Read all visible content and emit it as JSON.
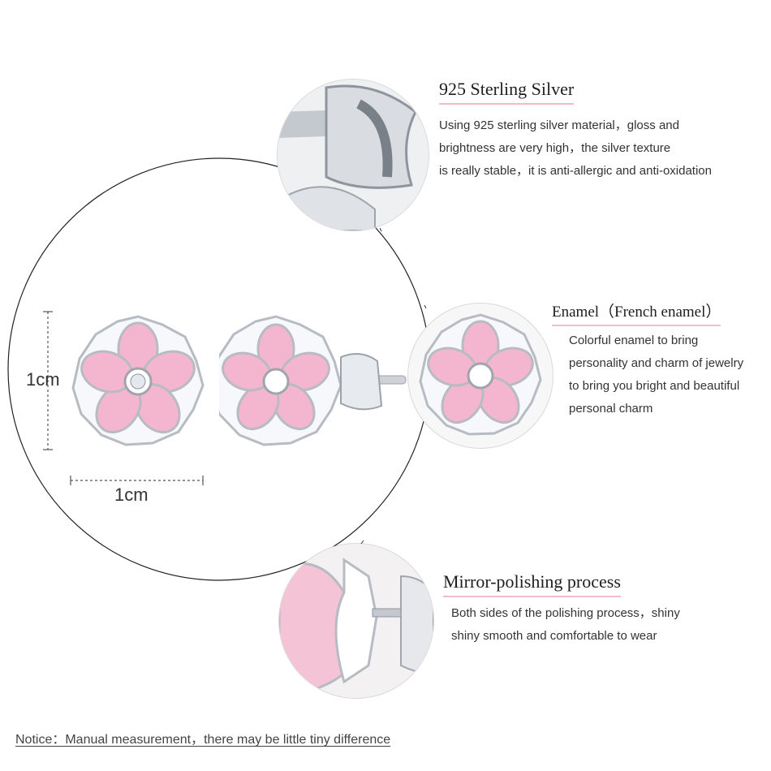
{
  "features": [
    {
      "title": "925 Sterling Silver",
      "lines": [
        "Using 925 sterling silver material，gloss and",
        " brightness are very high，the silver texture",
        " is really stable，it is anti-allergic and anti-oxidation"
      ]
    },
    {
      "title": "Enamel（French enamel）",
      "lines": [
        "Colorful enamel to bring",
        "personality and charm of jewelry",
        " to bring you bright and beautiful",
        "personal charm"
      ]
    },
    {
      "title": "Mirror-polishing process",
      "lines": [
        "Both sides of the polishing process，shiny",
        "shiny smooth and comfortable to wear"
      ]
    }
  ],
  "dimensions": {
    "height_label": "1cm",
    "width_label": "1cm"
  },
  "notice": "Notice：Manual measurement，there may be little tiny difference",
  "colors": {
    "petal_pink": "#f4b6cf",
    "petal_white": "#ffffff",
    "silver": "#c9cdd2",
    "title_underline": "#f2bcc9"
  }
}
